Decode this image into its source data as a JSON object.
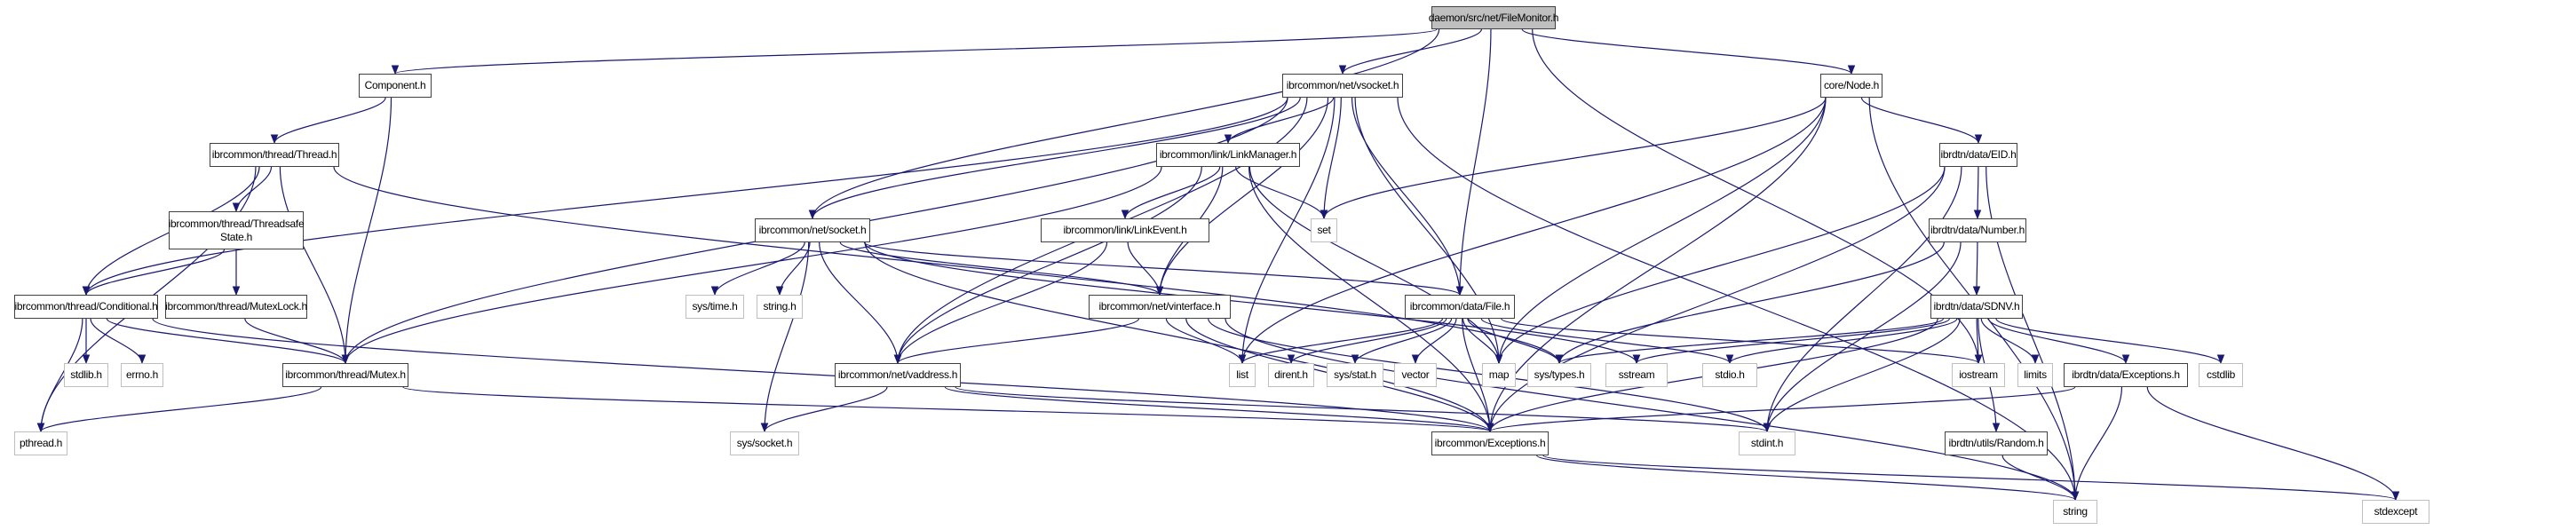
{
  "title": "daemon/src/net/FileMonitor.h",
  "colors": {
    "edge": "#191970",
    "root_fill": "#bfbfbf",
    "doc_border": "#404040",
    "ext_border": "#bfbfbf"
  },
  "nodes": [
    {
      "id": "filemonitor",
      "label": "daemon/src/net/FileMonitor.h",
      "kind": "root"
    },
    {
      "id": "component",
      "label": "Component.h",
      "kind": "doc"
    },
    {
      "id": "vsocket",
      "label": "ibrcommon/net/vsocket.h",
      "kind": "doc"
    },
    {
      "id": "node",
      "label": "core/Node.h",
      "kind": "doc"
    },
    {
      "id": "thread",
      "label": "ibrcommon/thread/Thread.h",
      "kind": "doc"
    },
    {
      "id": "linkmanager",
      "label": "ibrcommon/link/LinkManager.h",
      "kind": "doc"
    },
    {
      "id": "eid",
      "label": "ibrdtn/data/EID.h",
      "kind": "doc"
    },
    {
      "id": "threadsafestate",
      "label": "ibrcommon/thread/Threadsafe\nState.h",
      "kind": "doc"
    },
    {
      "id": "socket",
      "label": "ibrcommon/net/socket.h",
      "kind": "doc"
    },
    {
      "id": "linkevent",
      "label": "ibrcommon/link/LinkEvent.h",
      "kind": "doc"
    },
    {
      "id": "set",
      "label": "set",
      "kind": "ext"
    },
    {
      "id": "number",
      "label": "ibrdtn/data/Number.h",
      "kind": "doc"
    },
    {
      "id": "conditional",
      "label": "ibrcommon/thread/Conditional.h",
      "kind": "doc"
    },
    {
      "id": "mutexlock",
      "label": "ibrcommon/thread/MutexLock.h",
      "kind": "doc"
    },
    {
      "id": "systime",
      "label": "sys/time.h",
      "kind": "ext"
    },
    {
      "id": "stringh",
      "label": "string.h",
      "kind": "ext"
    },
    {
      "id": "vinterface",
      "label": "ibrcommon/net/vinterface.h",
      "kind": "doc"
    },
    {
      "id": "file",
      "label": "ibrcommon/data/File.h",
      "kind": "doc"
    },
    {
      "id": "sdnv",
      "label": "ibrdtn/data/SDNV.h",
      "kind": "doc"
    },
    {
      "id": "stdlib",
      "label": "stdlib.h",
      "kind": "ext"
    },
    {
      "id": "errno",
      "label": "errno.h",
      "kind": "ext"
    },
    {
      "id": "mutex",
      "label": "ibrcommon/thread/Mutex.h",
      "kind": "doc"
    },
    {
      "id": "vaddress",
      "label": "ibrcommon/net/vaddress.h",
      "kind": "doc"
    },
    {
      "id": "list",
      "label": "list",
      "kind": "ext"
    },
    {
      "id": "dirent",
      "label": "dirent.h",
      "kind": "ext"
    },
    {
      "id": "sysstat",
      "label": "sys/stat.h",
      "kind": "ext"
    },
    {
      "id": "vector",
      "label": "vector",
      "kind": "ext"
    },
    {
      "id": "map",
      "label": "map",
      "kind": "ext"
    },
    {
      "id": "systypes",
      "label": "sys/types.h",
      "kind": "ext"
    },
    {
      "id": "sstream",
      "label": "sstream",
      "kind": "ext"
    },
    {
      "id": "stdio",
      "label": "stdio.h",
      "kind": "ext"
    },
    {
      "id": "iostream",
      "label": "iostream",
      "kind": "ext"
    },
    {
      "id": "limits",
      "label": "limits",
      "kind": "ext"
    },
    {
      "id": "dtnexceptions",
      "label": "ibrdtn/data/Exceptions.h",
      "kind": "doc"
    },
    {
      "id": "cstdlib",
      "label": "cstdlib",
      "kind": "ext"
    },
    {
      "id": "pthread",
      "label": "pthread.h",
      "kind": "ext"
    },
    {
      "id": "syssocket",
      "label": "sys/socket.h",
      "kind": "ext"
    },
    {
      "id": "exceptions",
      "label": "ibrcommon/Exceptions.h",
      "kind": "doc"
    },
    {
      "id": "stdint",
      "label": "stdint.h",
      "kind": "ext"
    },
    {
      "id": "random",
      "label": "ibrdtn/utils/Random.h",
      "kind": "doc"
    },
    {
      "id": "string",
      "label": "string",
      "kind": "ext"
    },
    {
      "id": "stdexcept",
      "label": "stdexcept",
      "kind": "ext"
    }
  ],
  "edges": [
    [
      "filemonitor",
      "component"
    ],
    [
      "filemonitor",
      "vsocket"
    ],
    [
      "filemonitor",
      "node"
    ],
    [
      "filemonitor",
      "socket"
    ],
    [
      "filemonitor",
      "file"
    ],
    [
      "filemonitor",
      "iostream"
    ],
    [
      "component",
      "thread"
    ],
    [
      "component",
      "mutex"
    ],
    [
      "vsocket",
      "linkmanager"
    ],
    [
      "vsocket",
      "socket"
    ],
    [
      "vsocket",
      "set"
    ],
    [
      "vsocket",
      "vinterface"
    ],
    [
      "vsocket",
      "file"
    ],
    [
      "vsocket",
      "conditional"
    ],
    [
      "vsocket",
      "mutex"
    ],
    [
      "vsocket",
      "list"
    ],
    [
      "vsocket",
      "map"
    ],
    [
      "vsocket",
      "string"
    ],
    [
      "vsocket",
      "vaddress"
    ],
    [
      "node",
      "eid"
    ],
    [
      "node",
      "set"
    ],
    [
      "node",
      "list"
    ],
    [
      "node",
      "string"
    ],
    [
      "node",
      "map"
    ],
    [
      "node",
      "exceptions"
    ],
    [
      "thread",
      "threadsafestate"
    ],
    [
      "thread",
      "conditional"
    ],
    [
      "thread",
      "mutex"
    ],
    [
      "thread",
      "pthread"
    ],
    [
      "thread",
      "systypes"
    ],
    [
      "linkmanager",
      "linkevent"
    ],
    [
      "linkmanager",
      "vinterface"
    ],
    [
      "linkmanager",
      "vaddress"
    ],
    [
      "linkmanager",
      "set"
    ],
    [
      "linkmanager",
      "mutex"
    ],
    [
      "linkmanager",
      "map"
    ],
    [
      "linkmanager",
      "exceptions"
    ],
    [
      "eid",
      "number"
    ],
    [
      "eid",
      "map"
    ],
    [
      "eid",
      "stdint"
    ],
    [
      "eid",
      "string"
    ],
    [
      "eid",
      "exceptions"
    ],
    [
      "threadsafestate",
      "conditional"
    ],
    [
      "threadsafestate",
      "mutexlock"
    ],
    [
      "socket",
      "systime"
    ],
    [
      "socket",
      "stringh"
    ],
    [
      "socket",
      "vinterface"
    ],
    [
      "socket",
      "vaddress"
    ],
    [
      "socket",
      "syssocket"
    ],
    [
      "socket",
      "file"
    ],
    [
      "socket",
      "exceptions"
    ],
    [
      "socket",
      "sstream"
    ],
    [
      "linkevent",
      "vinterface"
    ],
    [
      "linkevent",
      "vaddress"
    ],
    [
      "number",
      "sdnv"
    ],
    [
      "number",
      "systypes"
    ],
    [
      "number",
      "stdint"
    ],
    [
      "conditional",
      "stdlib"
    ],
    [
      "conditional",
      "errno"
    ],
    [
      "conditional",
      "mutex"
    ],
    [
      "conditional",
      "pthread"
    ],
    [
      "conditional",
      "exceptions"
    ],
    [
      "mutexlock",
      "mutex"
    ],
    [
      "vinterface",
      "vaddress"
    ],
    [
      "vinterface",
      "list"
    ],
    [
      "vinterface",
      "exceptions"
    ],
    [
      "vinterface",
      "string"
    ],
    [
      "vinterface",
      "stdint"
    ],
    [
      "file",
      "list"
    ],
    [
      "file",
      "dirent"
    ],
    [
      "file",
      "sysstat"
    ],
    [
      "file",
      "vector"
    ],
    [
      "file",
      "map"
    ],
    [
      "file",
      "systypes"
    ],
    [
      "file",
      "exceptions"
    ],
    [
      "file",
      "iostream"
    ],
    [
      "file",
      "stdio"
    ],
    [
      "sdnv",
      "sstream"
    ],
    [
      "sdnv",
      "stdio"
    ],
    [
      "sdnv",
      "iostream"
    ],
    [
      "sdnv",
      "limits"
    ],
    [
      "sdnv",
      "dtnexceptions"
    ],
    [
      "sdnv",
      "cstdlib"
    ],
    [
      "sdnv",
      "random"
    ],
    [
      "sdnv",
      "stdint"
    ],
    [
      "sdnv",
      "systypes"
    ],
    [
      "sdnv",
      "exceptions"
    ],
    [
      "mutex",
      "pthread"
    ],
    [
      "mutex",
      "exceptions"
    ],
    [
      "vaddress",
      "syssocket"
    ],
    [
      "vaddress",
      "exceptions"
    ],
    [
      "vaddress",
      "stdint"
    ],
    [
      "dtnexceptions",
      "exceptions"
    ],
    [
      "dtnexceptions",
      "string"
    ],
    [
      "dtnexceptions",
      "stdexcept"
    ],
    [
      "exceptions",
      "string"
    ],
    [
      "exceptions",
      "stdexcept"
    ],
    [
      "random",
      "string"
    ]
  ]
}
